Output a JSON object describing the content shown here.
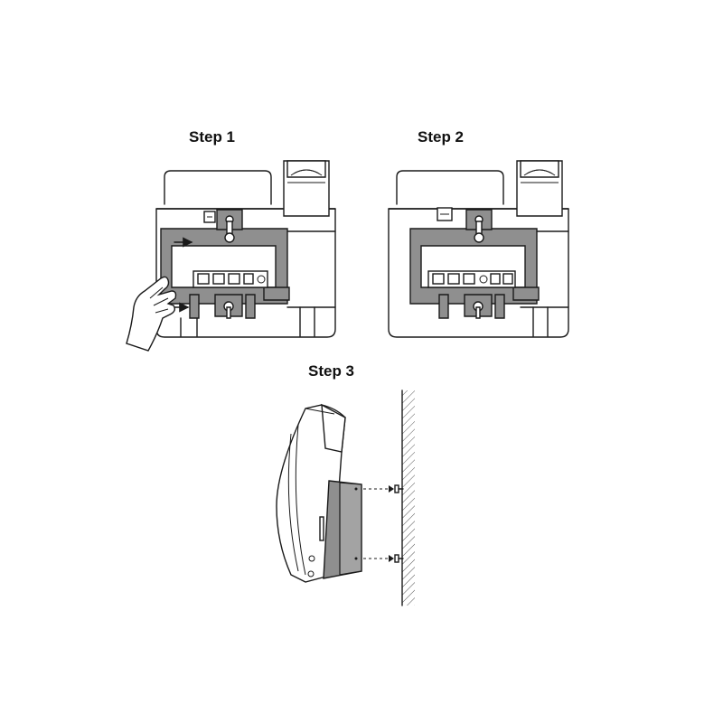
{
  "steps": [
    {
      "label": "Step 1"
    },
    {
      "label": "Step 2"
    },
    {
      "label": "Step 3"
    }
  ],
  "icons": {
    "hand": "hand-icon",
    "arrow": "arrow-right-icon",
    "screw": "screw-icon",
    "wall": "wall-icon"
  },
  "colors": {
    "bracket": "#8f8f8f",
    "line": "#1a1a1a",
    "background": "#ffffff"
  }
}
